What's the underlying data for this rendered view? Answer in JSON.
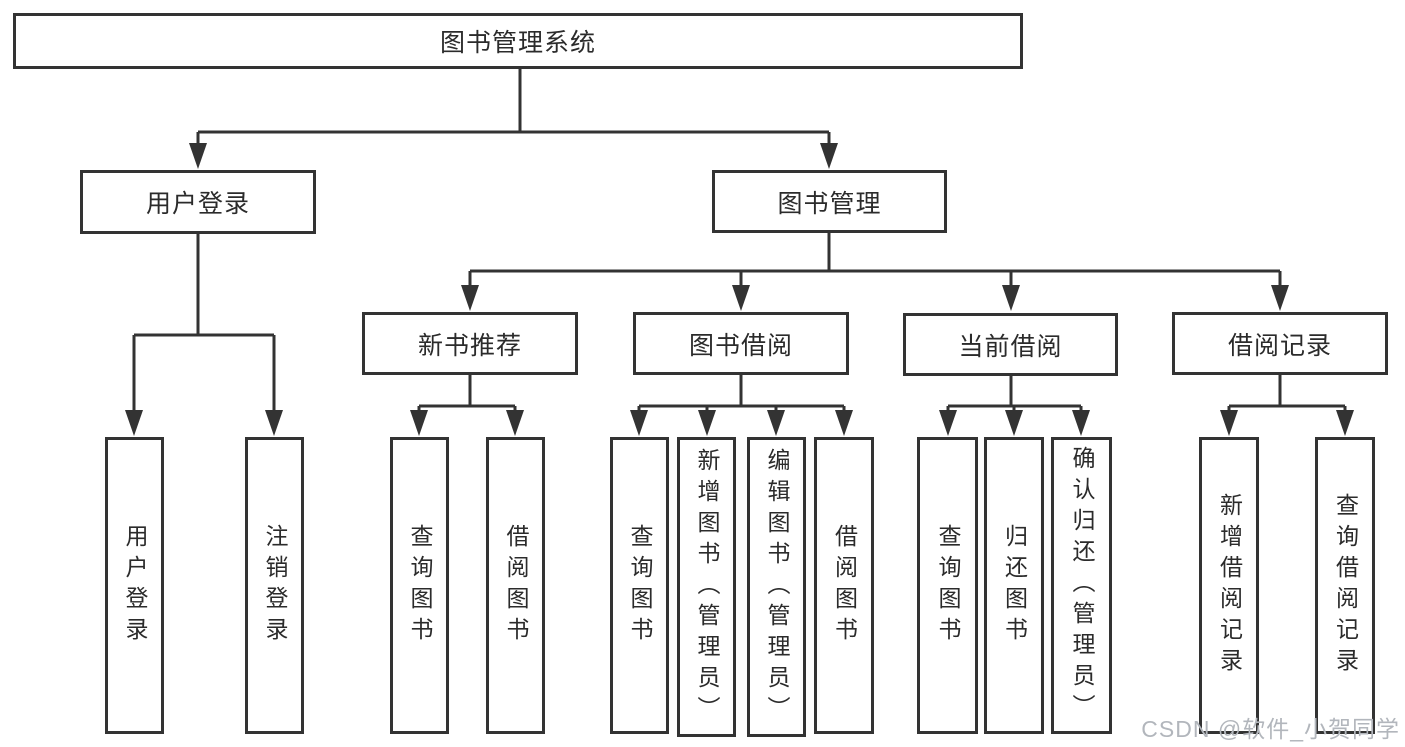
{
  "diagram": {
    "root": {
      "label": "图书管理系统"
    },
    "user_login": {
      "label": "用户登录",
      "children": [
        {
          "label": "用户登录"
        },
        {
          "label": "注销登录"
        }
      ]
    },
    "book_management": {
      "label": "图书管理",
      "sections": [
        {
          "label": "新书推荐",
          "children": [
            {
              "label": "查询图书"
            },
            {
              "label": "借阅图书"
            }
          ]
        },
        {
          "label": "图书借阅",
          "children": [
            {
              "label": "查询图书"
            },
            {
              "label": "新增图书（管理员）"
            },
            {
              "label": "编辑图书（管理员）"
            },
            {
              "label": "借阅图书"
            }
          ]
        },
        {
          "label": "当前借阅",
          "children": [
            {
              "label": "查询图书"
            },
            {
              "label": "归还图书"
            },
            {
              "label": "确认归还（管理员）"
            }
          ]
        },
        {
          "label": "借阅记录",
          "children": [
            {
              "label": "新增借阅记录"
            },
            {
              "label": "查询借阅记录"
            }
          ]
        }
      ]
    }
  },
  "watermark": {
    "text": "CSDN @软件_小贺同学"
  },
  "colors": {
    "line": "#333333",
    "box_border": "#333333",
    "box_background": "#ffffff",
    "text": "#2b2b2b",
    "watermark": "#b2b6bc",
    "page_background": "#ffffff"
  }
}
